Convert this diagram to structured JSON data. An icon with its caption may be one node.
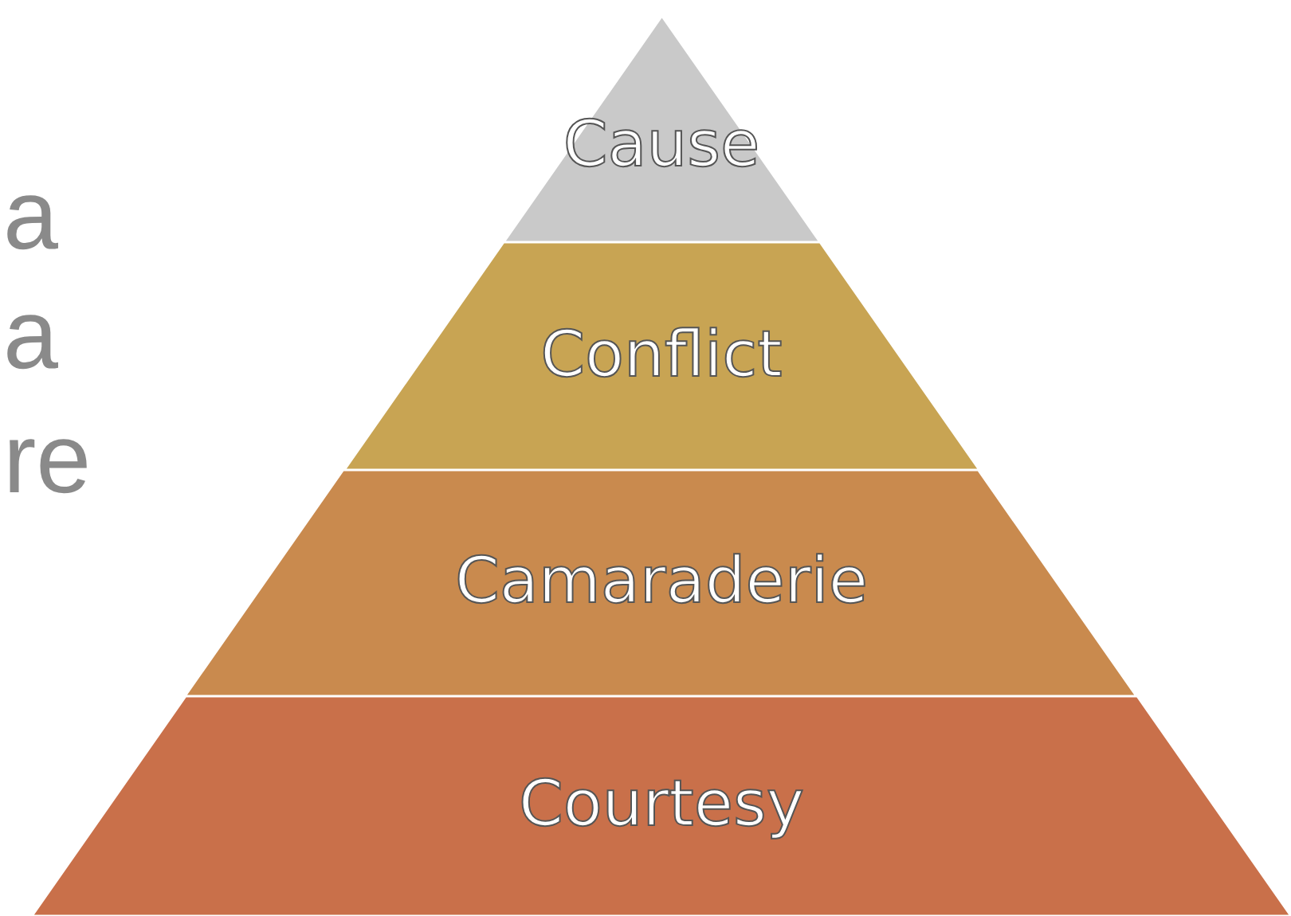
{
  "diagram": {
    "nodes": [
      {
        "text": [
          "Cause"
        ]
      },
      {
        "text": [
          "Conflict"
        ]
      },
      {
        "text": [
          "Camaraderie"
        ]
      },
      {
        "text": [
          "Courtesy"
        ]
      }
    ],
    "labels": [
      "a",
      "a",
      "re"
    ]
  }
}
